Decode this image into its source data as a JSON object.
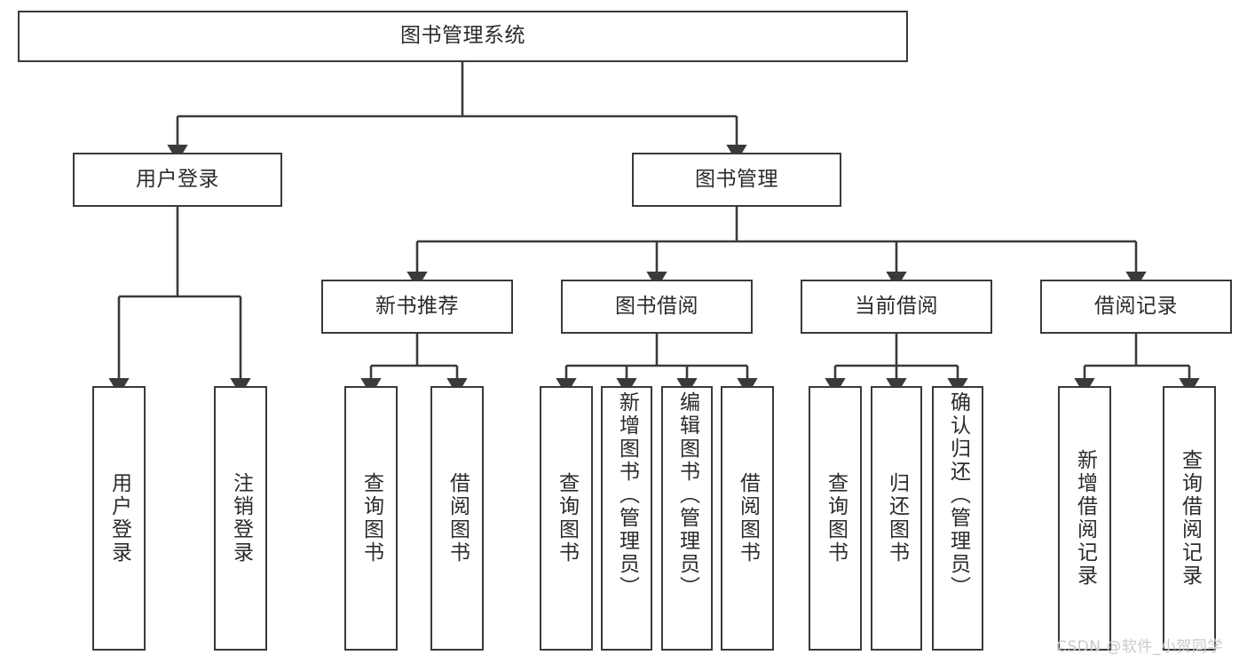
{
  "diagram": {
    "title": "图书管理系统",
    "type": "hierarchy-tree",
    "root": {
      "label": "图书管理系统"
    },
    "level2": [
      {
        "label": "用户登录"
      },
      {
        "label": "图书管理"
      }
    ],
    "level3": [
      {
        "label": "新书推荐"
      },
      {
        "label": "图书借阅"
      },
      {
        "label": "当前借阅"
      },
      {
        "label": "借阅记录"
      }
    ],
    "leaves": {
      "user_login": [
        {
          "label": "用户登录"
        },
        {
          "label": "注销登录"
        }
      ],
      "new_book_recommend": [
        {
          "label": "查询图书"
        },
        {
          "label": "借阅图书"
        }
      ],
      "book_borrow": [
        {
          "label": "查询图书"
        },
        {
          "label": "新增图书（管理员）"
        },
        {
          "label": "编辑图书（管理员）"
        },
        {
          "label": "借阅图书"
        }
      ],
      "current_borrow": [
        {
          "label": "查询图书"
        },
        {
          "label": "归还图书"
        },
        {
          "label": "确认归还（管理员）"
        }
      ],
      "borrow_record": [
        {
          "label": "新增借阅记录"
        },
        {
          "label": "查询借阅记录"
        }
      ]
    }
  },
  "watermark": {
    "text": "CSDN @软件_小贺同学"
  },
  "colors": {
    "background": "#ffffff",
    "box_border": "#3a3a3a",
    "box_fill": "#ffffff",
    "text": "#2b2b2b",
    "connector": "#3a3a3a",
    "watermark": "#c9c9c9"
  }
}
